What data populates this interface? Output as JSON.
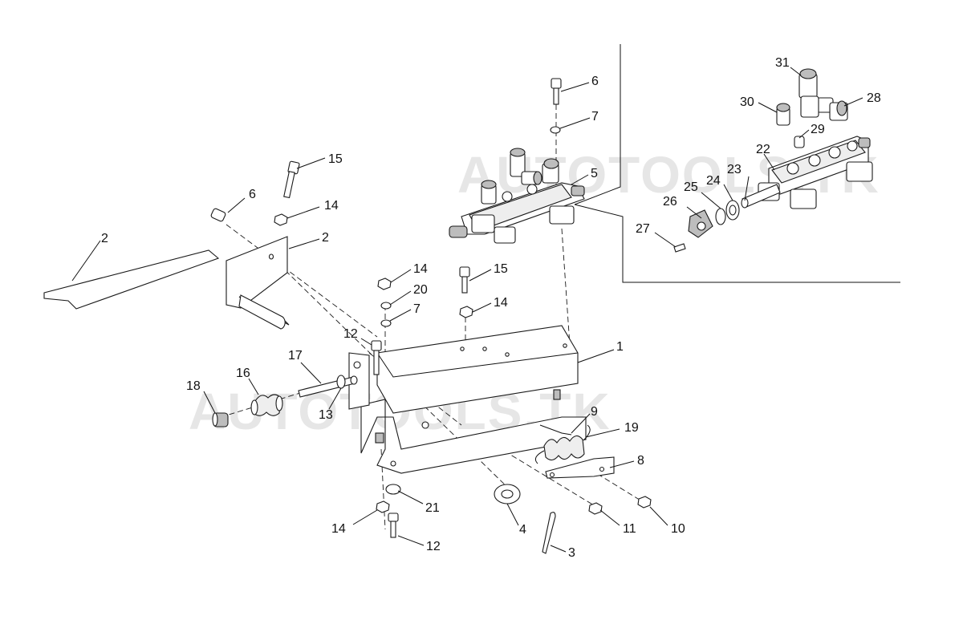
{
  "watermarks": [
    "AUTOTOOLS.TK",
    "AUTOTOOLS.TK"
  ],
  "callouts": [
    "1",
    "2",
    "2",
    "3",
    "4",
    "5",
    "6",
    "6",
    "7",
    "7",
    "8",
    "9",
    "10",
    "11",
    "12",
    "12",
    "13",
    "14",
    "14",
    "14",
    "14",
    "15",
    "15",
    "16",
    "17",
    "18",
    "19",
    "20",
    "21",
    "22",
    "23",
    "24",
    "25",
    "26",
    "27",
    "28",
    "29",
    "30",
    "31"
  ]
}
